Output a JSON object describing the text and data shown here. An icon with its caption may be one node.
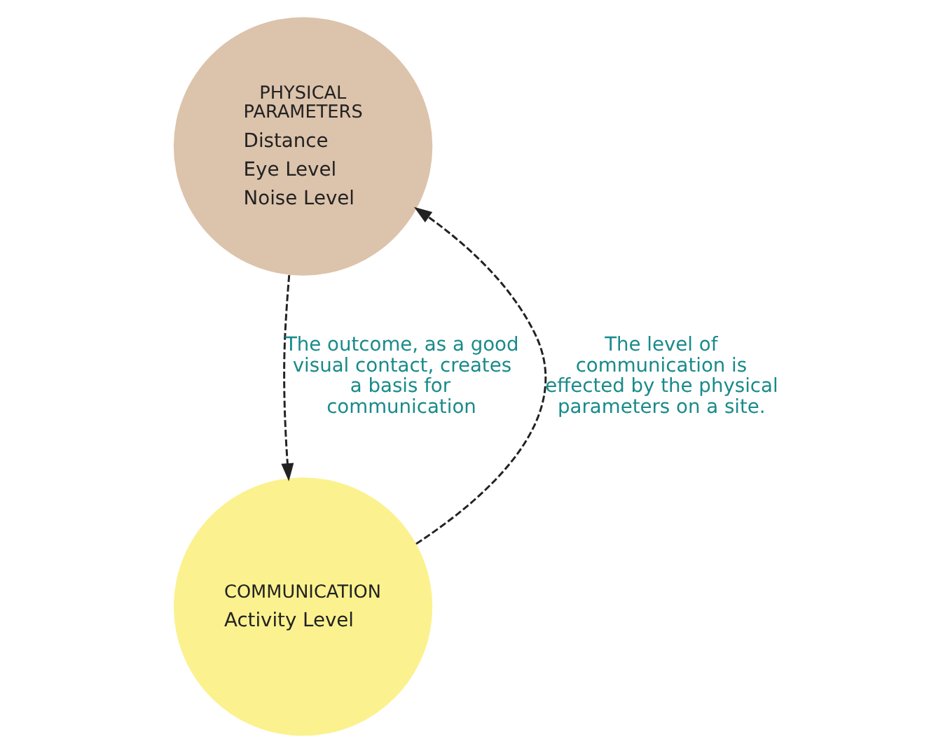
{
  "diagram": {
    "nodes": [
      {
        "text": [
          "PHYSICAL PARAMETERS",
          "Distance",
          "Eye Level",
          "Noise Level"
        ]
      },
      {
        "text": [
          "COMMUNICATION",
          "Activity Level"
        ]
      }
    ],
    "edges": [
      {
        "from": 0,
        "to": 1,
        "arrow": "to",
        "style": "dashed",
        "label": "The outcome, as a good visual contact, creates a basis for communication"
      },
      {
        "from": 1,
        "to": 0,
        "arrow": "to",
        "style": "dashed",
        "label": "The level of communication is effected by the physical parameters on a site."
      }
    ]
  }
}
